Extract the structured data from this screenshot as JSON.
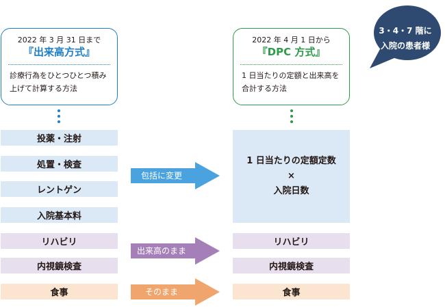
{
  "old_system": {
    "date": "2022 年 3 月 31 日まで",
    "name": "『出来高方式』",
    "desc_line1": "診療行為をひとつひとつ積み",
    "desc_line2": "上げて計算する方法"
  },
  "new_system": {
    "date": "2022 年 4 月 1 日から",
    "name": "『DPC 方式』",
    "desc_line1": "1 日当たりの定額と出来高を",
    "desc_line2": "合計する方法"
  },
  "left_items": {
    "injection": "投薬・注射",
    "treatment": "処置・検査",
    "xray": "レントゲン",
    "admission_fee": "入院基本料",
    "rehab": "リハビリ",
    "endoscopy": "内視鏡検査",
    "meal": "食事"
  },
  "arrows": {
    "bundled": "包括に変更",
    "fee_for_service": "出来高のまま",
    "as_is": "そのまま"
  },
  "right_items": {
    "flat_line1": "1 日当たりの定額定数",
    "flat_line2": "×",
    "flat_line3": "入院日数",
    "rehab": "リハビリ",
    "endoscopy": "内視鏡検査",
    "meal": "食事"
  },
  "callout": {
    "line1": "3・4・7 階に",
    "line2": "入院の患者様"
  },
  "colors": {
    "old_accent": "#1f7fc4",
    "new_accent": "#2f9a4a",
    "blue_arrow": "#4aa3de",
    "purple_arrow": "#a57fb8",
    "orange_arrow": "#f0a56c",
    "callout": "#2e4a70"
  }
}
